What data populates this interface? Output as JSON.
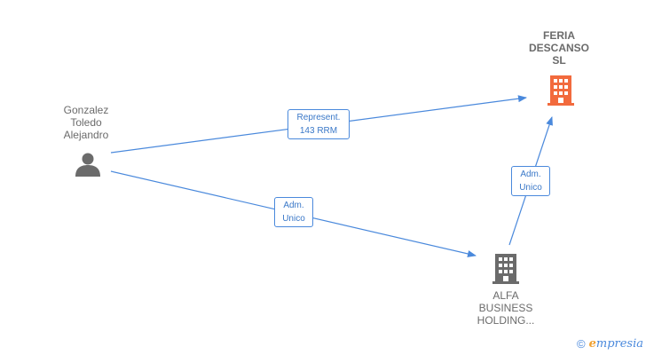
{
  "nodes": {
    "person": {
      "label": "Gonzalez\nToledo\nAlejandro",
      "icon": "person-icon"
    },
    "feria": {
      "label": "FERIA\nDESCANSO\nSL",
      "icon": "building-icon",
      "color": "#f26a3d"
    },
    "alfa": {
      "label": "ALFA\nBUSINESS\nHOLDING...",
      "icon": "building-icon",
      "color": "#6b6b6b"
    }
  },
  "edges": {
    "person_feria": {
      "label": "Represent.\n143 RRM"
    },
    "person_alfa": {
      "label": "Adm.\nUnico"
    },
    "alfa_feria": {
      "label": "Adm.\nUnico"
    }
  },
  "colors": {
    "edge": "#4a89dc",
    "text": "#6b6b6b"
  },
  "footer": {
    "copyright": "©",
    "brand_first": "e",
    "brand_rest": "mpresia"
  }
}
